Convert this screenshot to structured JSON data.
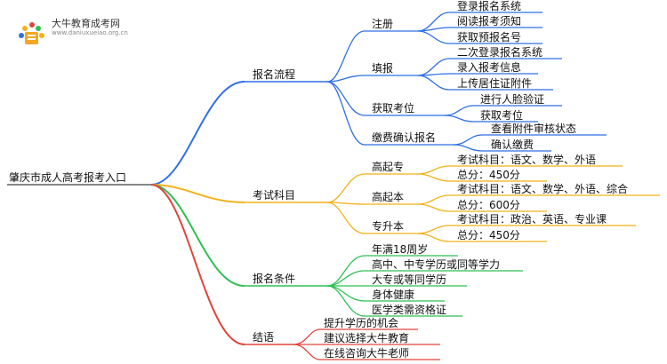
{
  "logo": {
    "name": "大牛教育成考网",
    "url": "www.daniuxueiao.org.cn"
  },
  "colors": {
    "blue": "#2f6fe4",
    "orange": "#f2b118",
    "green": "#2fbf52",
    "red": "#e0453b"
  },
  "root": "肇庆市成人高考报考入口",
  "branches": [
    {
      "label": "报名流程",
      "children": [
        {
          "label": "注册",
          "children": [
            "登录报名系统",
            "阅读报考须知",
            "获取预报名号"
          ]
        },
        {
          "label": "填报",
          "children": [
            "二次登录报名系统",
            "录入报考信息",
            "上传居住证附件"
          ]
        },
        {
          "label": "获取考位",
          "children": [
            "进行人脸验证",
            "获取考位"
          ]
        },
        {
          "label": "缴费确认报名",
          "children": [
            "查看附件审核状态",
            "确认缴费"
          ]
        }
      ]
    },
    {
      "label": "考试科目",
      "children": [
        {
          "label": "高起专",
          "children": [
            "考试科目：语文、数学、外语",
            "总分：450分"
          ]
        },
        {
          "label": "高起本",
          "children": [
            "考试科目：语文、数学、外语、综合",
            "总分：600分"
          ]
        },
        {
          "label": "专升本",
          "children": [
            "考试科目：政治、英语、专业课",
            "总分：450分"
          ]
        }
      ]
    },
    {
      "label": "报名条件",
      "children": [
        "年满18周岁",
        "高中、中专学历或同等学力",
        "大专或等同学历",
        "身体健康",
        "医学类需资格证"
      ]
    },
    {
      "label": "结语",
      "children": [
        "提升学历的机会",
        "建议选择大牛教育",
        "在线咨询大牛老师"
      ]
    }
  ]
}
